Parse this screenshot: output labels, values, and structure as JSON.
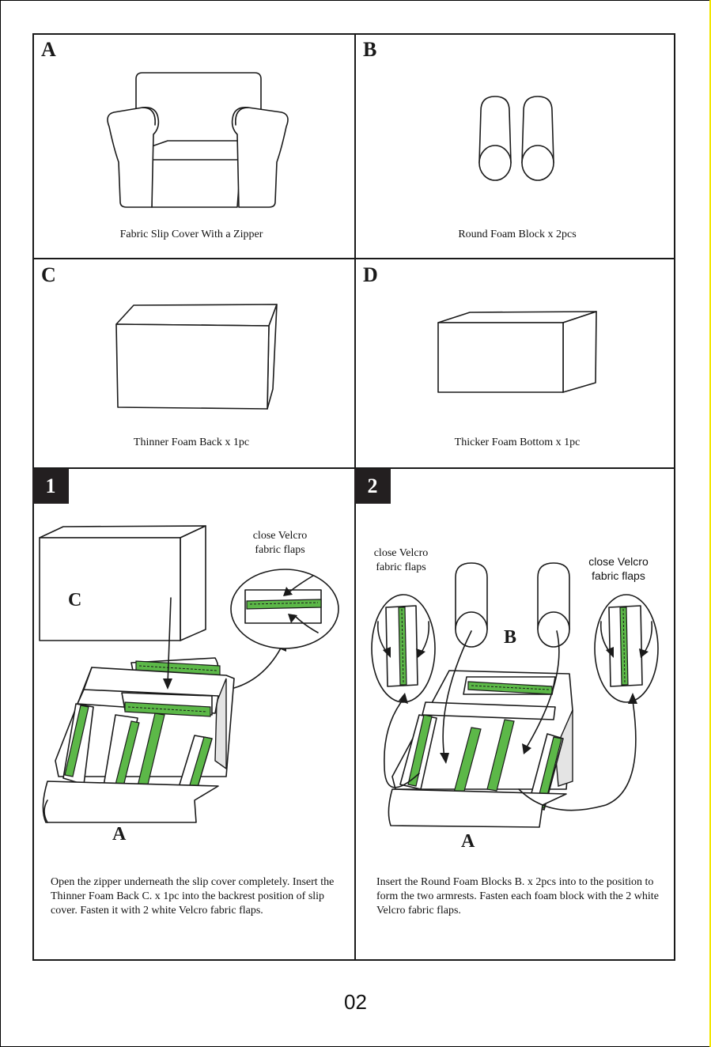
{
  "panels": {
    "A": {
      "letter": "A",
      "caption": "Fabric Slip Cover With a Zipper"
    },
    "B": {
      "letter": "B",
      "caption": "Round Foam Block x 2pcs"
    },
    "C": {
      "letter": "C",
      "caption": "Thinner Foam Back x 1pc"
    },
    "D": {
      "letter": "D",
      "caption": "Thicker Foam Bottom x 1pc"
    }
  },
  "steps": [
    {
      "number": "1",
      "callout": [
        "close Velcro",
        "fabric flaps"
      ],
      "part_labels": [
        "C",
        "A"
      ],
      "instruction": "Open the zipper underneath the slip cover completely. Insert the Thinner Foam Back C. x 1pc into the backrest position of slip cover. Fasten it with 2 white Velcro fabric flaps."
    },
    {
      "number": "2",
      "callout_left": [
        "close Velcro",
        "fabric flaps"
      ],
      "callout_right": [
        "close Velcro",
        "fabric flaps"
      ],
      "part_labels": [
        "B",
        "A"
      ],
      "instruction": "Insert the Round Foam Blocks B. x 2pcs into to the position to form the two armrests. Fasten each foam block with the 2 white Velcro fabric flaps."
    }
  ],
  "page_number": "02",
  "colors": {
    "velcro": "#5cb848",
    "line": "#1a1a1a",
    "badge": "#231f20"
  }
}
